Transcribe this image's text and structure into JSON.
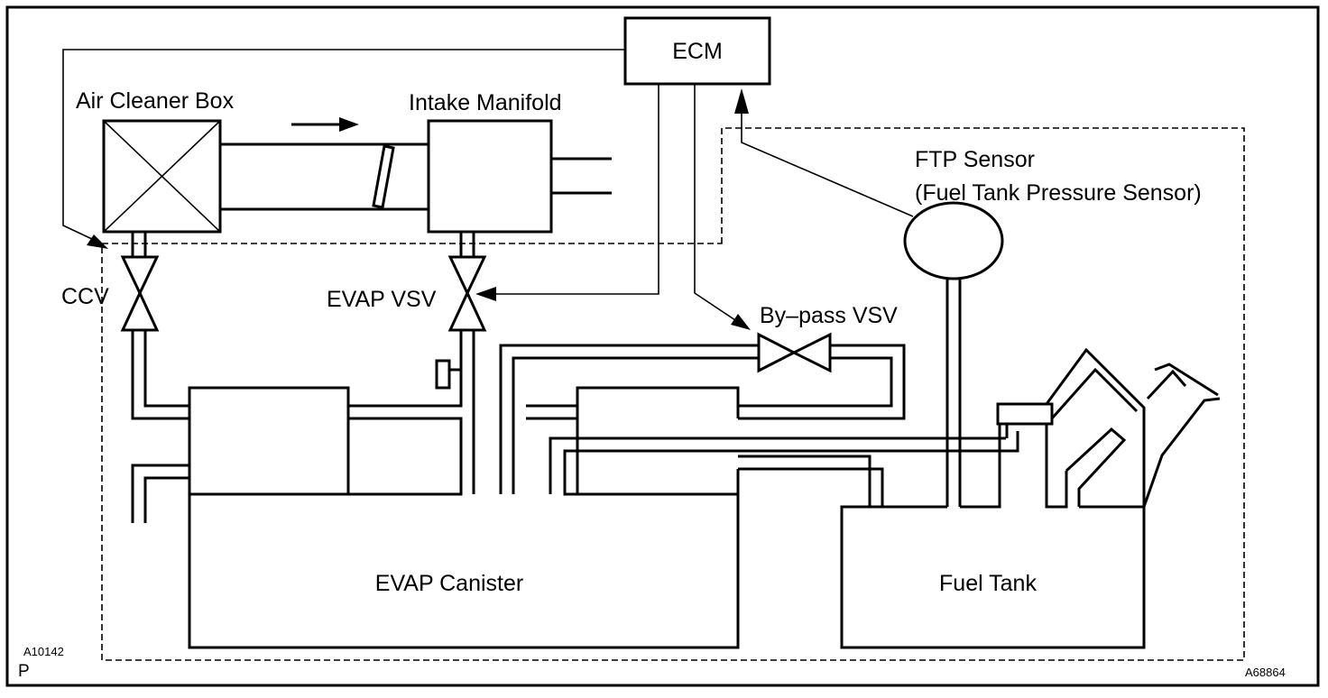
{
  "labels": {
    "ecm": "ECM",
    "air_cleaner_box": "Air Cleaner Box",
    "intake_manifold": "Intake Manifold",
    "ftp_sensor": "FTP Sensor",
    "ftp_sensor_full": "(Fuel Tank Pressure Sensor)",
    "ccv": "CCV",
    "evap_vsv": "EVAP VSV",
    "bypass_vsv": "By–pass VSV",
    "evap_canister": "EVAP Canister",
    "fuel_tank": "Fuel Tank"
  },
  "codes": {
    "left": "A10142",
    "right": "A68864",
    "page_mark": "P"
  }
}
